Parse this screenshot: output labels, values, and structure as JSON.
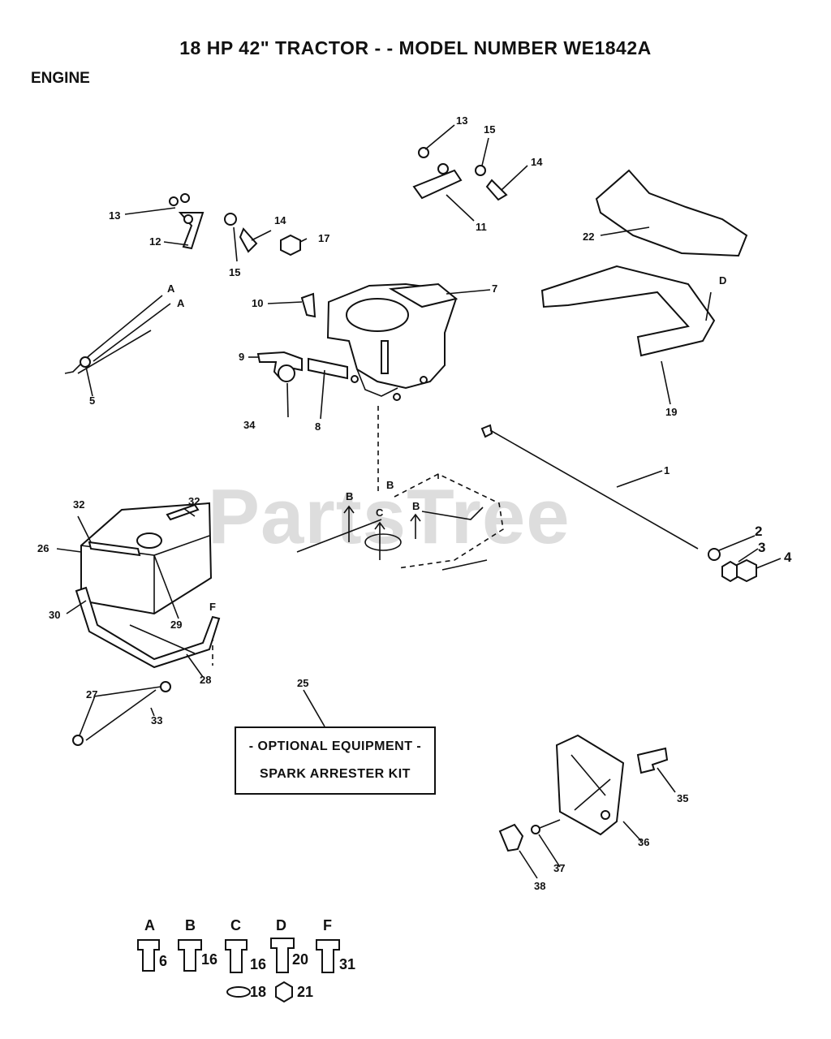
{
  "title": "18 HP 42\" TRACTOR - - MODEL NUMBER WE1842A",
  "section": "ENGINE",
  "watermark": "PartsTree",
  "optional_box": {
    "line1": "- OPTIONAL EQUIPMENT -",
    "line2": "SPARK ARRESTER KIT"
  },
  "callouts": [
    "1",
    "2",
    "3",
    "4",
    "5",
    "7",
    "8",
    "9",
    "10",
    "11",
    "12",
    "13",
    "13",
    "14",
    "14",
    "15",
    "15",
    "17",
    "19",
    "22",
    "25",
    "26",
    "27",
    "28",
    "29",
    "30",
    "32",
    "32",
    "33",
    "34",
    "35",
    "36",
    "37",
    "38"
  ],
  "reference_letters": [
    "A",
    "A",
    "B",
    "B",
    "B",
    "C",
    "D",
    "F"
  ],
  "hardware_legend": [
    {
      "letter": "A",
      "number": "6"
    },
    {
      "letter": "B",
      "number": "16"
    },
    {
      "letter": "C",
      "number": "16"
    },
    {
      "letter": "D",
      "number": "20"
    },
    {
      "letter": "F",
      "number": "31"
    }
  ],
  "hardware_extra": [
    {
      "number": "18"
    },
    {
      "number": "21"
    }
  ]
}
